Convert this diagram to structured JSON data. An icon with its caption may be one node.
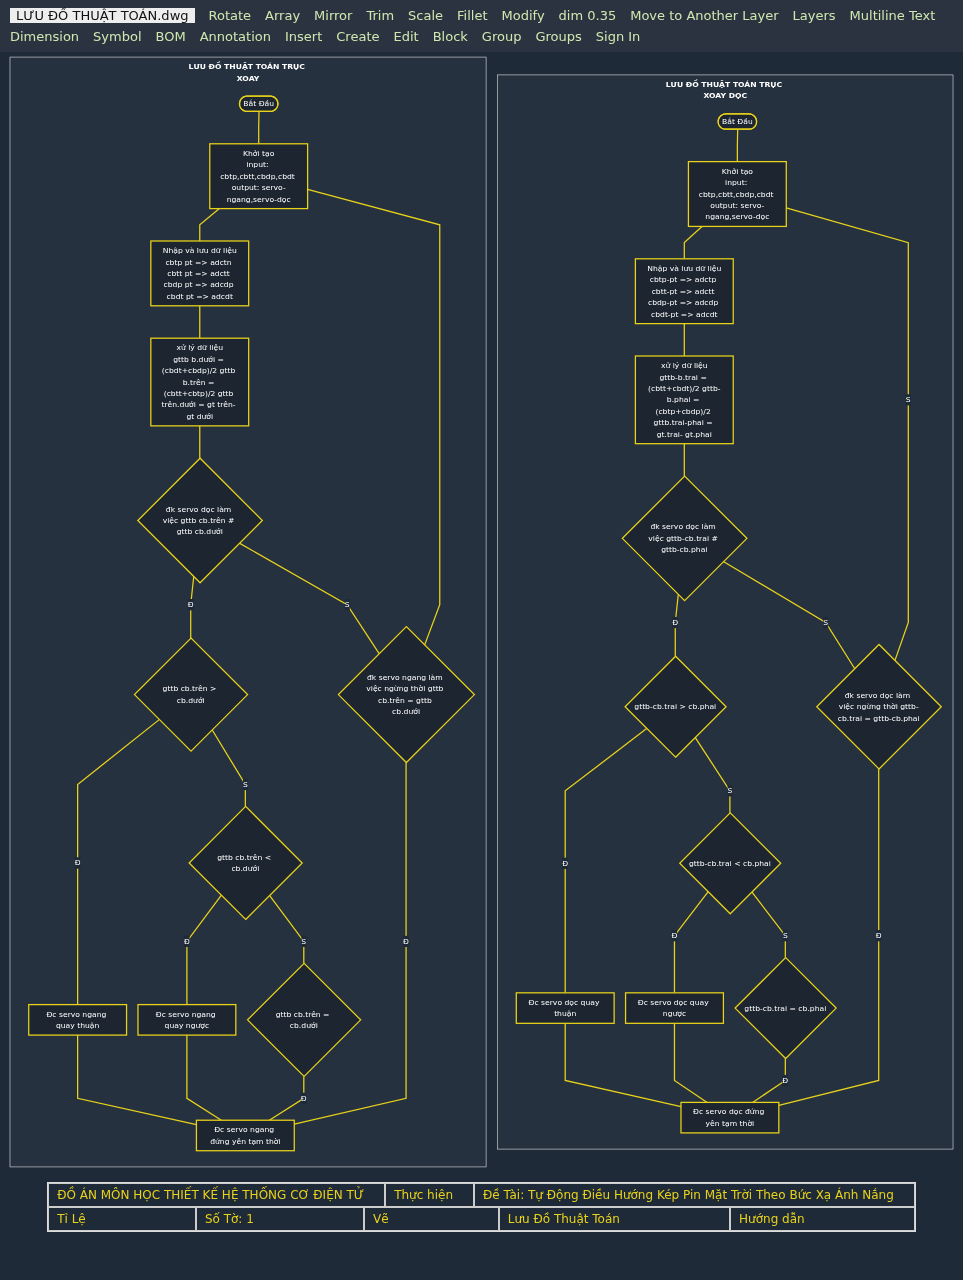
{
  "diagram": {
    "nodes": [
      {
        "text": [
          "LƯU ĐỒ THUẬT TOÁN TRỤC XOAY DỌC"
        ]
      },
      {
        "text": [
          "Bắt Đầu"
        ],
        "in": 0
      },
      {
        "text": [
          "Khởi tạo",
          "input: cbtp,cbtt,cbdp,cbdt output: servo-ngang,servo-dọc"
        ],
        "in": 0
      },
      {
        "text": [
          "Nhập và lưu dữ liệu",
          "cbtp-pt => adctp cbtt-pt => adctt cbdp-pt => adcdp cbdt-pt => adcdt"
        ],
        "in": 0
      },
      {
        "text": [
          "xử lý dữ liệu",
          "gttb-b.trai = (cbtt+cbdt)/2 gttb-b.phai = (cbtp+cbdp)/2 gttb.trai-phai = gt.trai- gt.phai"
        ],
        "in": 0
      },
      {
        "text": [
          "đk servo dọc làm việc gttb-cb.trai # gttb-cb.phai"
        ],
        "in": 0
      },
      {
        "text": [
          "gttb-cb.trai > cb.phai"
        ],
        "in": 0
      },
      {
        "text": [
          "gttb-cb.trai < cb.phai"
        ],
        "in": 0
      },
      {
        "text": [
          "gttb-cb.trai = cb.phai"
        ],
        "in": 0
      },
      {
        "text": [
          "Đc servo dọc quay thuận"
        ],
        "in": 0
      },
      {
        "text": [
          "Đc servo dọc quay ngược"
        ],
        "in": 0
      },
      {
        "text": [
          "đk servo dọc làm việc ngừng thời gttb-cb.trai = gttb-cb.phai"
        ],
        "in": 0
      },
      {
        "text": [
          "Đc servo dọc đứng yên tạm thời"
        ],
        "in": 0
      },
      {
        "text": [
          "LƯU ĐỒ THUẬT TOÁN TRỤC XOAY"
        ]
      },
      {
        "text": [
          "Bắt Đầu"
        ],
        "in": 13
      },
      {
        "text": [
          "Khởi tạo",
          "input: cbtp,cbtt,cbdp,cbdt output: servo-ngang,servo-dọc"
        ],
        "in": 13
      },
      {
        "text": [
          "Nhập và lưu dữ liệu",
          "cbtp pt => adctn cbtt pt => adctt cbdp pt => adcdp cbdt pt => adcdt"
        ],
        "in": 13
      },
      {
        "text": [
          "xử lý dữ liệu",
          "gttb b.dưới = (cbdt+cbdp)/2 gttb b.trên = (cbtt+cbtp)/2 gttb trên.dưới = gt trên- gt dưới"
        ],
        "in": 13
      },
      {
        "text": [
          "đk servo dọc làm việc gttb cb.trên # gttb cb.dưới"
        ],
        "in": 13
      },
      {
        "text": [
          "gttb cb.trên > cb.dưới"
        ],
        "in": 13
      },
      {
        "text": [
          "gttb cb.trên < cb.dưới"
        ],
        "in": 13
      },
      {
        "text": [
          "gttb cb.trên = cb.dưới"
        ],
        "in": 13
      },
      {
        "text": [
          "Đc servo ngang quay thuận"
        ],
        "in": 13
      },
      {
        "text": [
          "Đc servo ngang quay ngược"
        ],
        "in": 13
      },
      {
        "text": [
          "đk servo ngang làm việc ngừng thời gttb cb.trên = gttb cb.dưới"
        ],
        "in": 13
      },
      {
        "text": [
          "Đc servo ngang đứng yên tạm thời"
        ],
        "in": 13
      }
    ],
    "edges": [
      {
        "from": 1,
        "to": 2,
        "arrow": "none"
      },
      {
        "from": 2,
        "to": 3,
        "arrow": "none"
      },
      {
        "from": 3,
        "to": 4,
        "arrow": "none"
      },
      {
        "from": 4,
        "to": 5,
        "arrow": "none"
      },
      {
        "from": 5,
        "to": 6,
        "arrow": "none",
        "label": "Đ"
      },
      {
        "from": 5,
        "to": 11,
        "arrow": "none",
        "label": "S"
      },
      {
        "from": 6,
        "to": 9,
        "arrow": "none",
        "label": "Đ"
      },
      {
        "from": 6,
        "to": 7,
        "arrow": "none",
        "label": "S"
      },
      {
        "from": 7,
        "to": 10,
        "arrow": "none",
        "label": "Đ"
      },
      {
        "from": 7,
        "to": 8,
        "arrow": "none",
        "label": "S"
      },
      {
        "from": 8,
        "to": 12,
        "arrow": "none",
        "label": "Đ"
      },
      {
        "from": 11,
        "to": 12,
        "arrow": "none",
        "label": "Đ"
      },
      {
        "from": 11,
        "to": 2,
        "arrow": "none",
        "label": "S"
      },
      {
        "from": 9,
        "to": 12,
        "arrow": "none"
      },
      {
        "from": 10,
        "to": 12,
        "arrow": "none"
      },
      {
        "from": 14,
        "to": 15,
        "arrow": "none"
      },
      {
        "from": 15,
        "to": 16,
        "arrow": "none"
      },
      {
        "from": 16,
        "to": 17,
        "arrow": "none"
      },
      {
        "from": 17,
        "to": 18,
        "arrow": "none"
      },
      {
        "from": 18,
        "to": 19,
        "arrow": "none",
        "label": "Đ"
      },
      {
        "from": 18,
        "to": 24,
        "arrow": "none",
        "label": "S"
      },
      {
        "from": 19,
        "to": 22,
        "arrow": "none",
        "label": "Đ"
      },
      {
        "from": 19,
        "to": 20,
        "arrow": "none",
        "label": "S"
      },
      {
        "from": 20,
        "to": 23,
        "arrow": "none",
        "label": "Đ"
      },
      {
        "from": 20,
        "to": 21,
        "arrow": "none",
        "label": "S"
      },
      {
        "from": 21,
        "to": 25,
        "arrow": "none",
        "label": "Đ"
      },
      {
        "from": 24,
        "to": 25,
        "arrow": "none",
        "label": "Đ"
      },
      {
        "from": 24,
        "to": 15,
        "arrow": "none"
      },
      {
        "from": 22,
        "to": 25,
        "arrow": "none"
      },
      {
        "from": 23,
        "to": 25,
        "arrow": "none"
      }
    ],
    "labels": [
      "LƯU ĐỒ THUẬT TOÁN.dwg",
      "Rotate",
      "Array",
      "Mirror",
      "Trim",
      "Scale",
      "Fillet",
      "Modify",
      "dim 0.35",
      "Move to Another Layer",
      "Layers",
      "Multiline Text",
      "Dimension",
      "Symbol",
      "BOM",
      "Annotation",
      "Insert",
      "Create",
      "Edit",
      "Block",
      "Group",
      "Groups",
      "Sign In",
      "ĐỒ ÁN MÔN HỌC THIẾT KẾ HỆ THỐNG CƠ ĐIỆN TỬ",
      "Thực hiện",
      "Đề Tài: Tự Động Điều Hướng Kép Pin Mặt Trời Theo Bức Xạ Ánh Nắng",
      "Tỉ Lệ",
      "Số Tờ: 1",
      "Vẽ",
      "Lưu Đồ Thuật Toán",
      "Hướng dẫn"
    ]
  }
}
